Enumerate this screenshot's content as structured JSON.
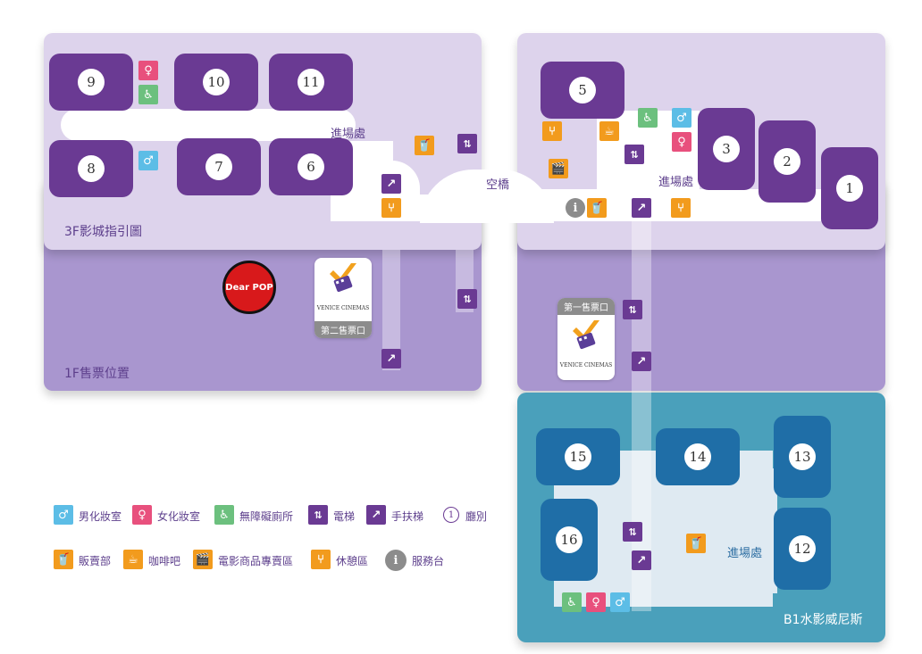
{
  "floors": {
    "third": "3F影城指引圖",
    "first": "1F售票位置",
    "b1": "B1水影威尼斯"
  },
  "halls": {
    "h1": "1",
    "h2": "2",
    "h3": "3",
    "h5": "5",
    "h6": "6",
    "h7": "7",
    "h8": "8",
    "h9": "9",
    "h10": "10",
    "h11": "11",
    "h12": "12",
    "h13": "13",
    "h14": "14",
    "h15": "15",
    "h16": "16"
  },
  "labels": {
    "entrance_3f_left": "進場處",
    "entrance_3f_right": "進場處",
    "skybridge": "空橋",
    "entrance_b1": "進場處",
    "ticket_first": "第一售票口",
    "ticket_second": "第二售票口",
    "venice_logo_caption": "VENICE CINEMAS",
    "popcorn_brand": "Dear POP"
  },
  "legend": {
    "male_restroom": "男化妝室",
    "female_restroom": "女化妝室",
    "accessible_restroom": "無障礙廁所",
    "elevator": "電梯",
    "escalator": "手扶梯",
    "hall_number": "1",
    "hall": "廳別",
    "snack_bar": "販賣部",
    "cafe": "咖啡吧",
    "movie_shop": "電影商品專賣區",
    "lounge": "休憩區",
    "service_desk": "服務台"
  },
  "colors": {
    "hall_purple": "#6a3a93",
    "hall_blue": "#1f6ea7",
    "floor_3f": "#ddd3ec",
    "floor_1f": "#a996cf",
    "floor_b1": "#4aa0bb",
    "male": "#5cbde6",
    "female": "#e8507d",
    "accessible": "#6cc07e",
    "facility_orange": "#f29b1d"
  },
  "icons": {
    "male": "male-restroom-icon",
    "female": "female-restroom-icon",
    "accessible": "wheelchair-icon",
    "elevator": "elevator-icon",
    "escalator": "escalator-icon",
    "snack": "drink-cup-icon",
    "cafe": "coffee-cup-icon",
    "shop": "clapperboard-icon",
    "lounge": "seat-icon",
    "info": "info-icon"
  }
}
